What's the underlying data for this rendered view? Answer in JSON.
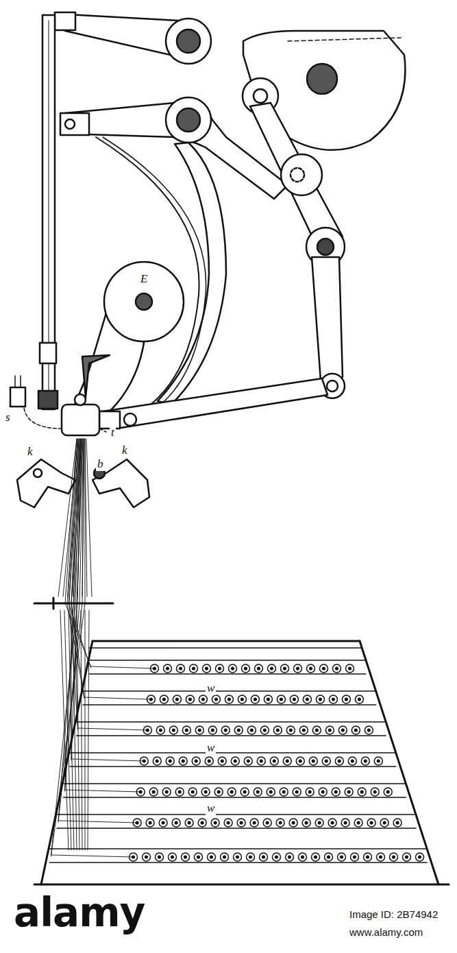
{
  "diagram": {
    "labels": [
      "E",
      "s",
      "t",
      "k",
      "b",
      "k",
      "w",
      "w",
      "w",
      "alamy",
      "Image ID: 2B74942",
      "www.alamy.com"
    ]
  }
}
